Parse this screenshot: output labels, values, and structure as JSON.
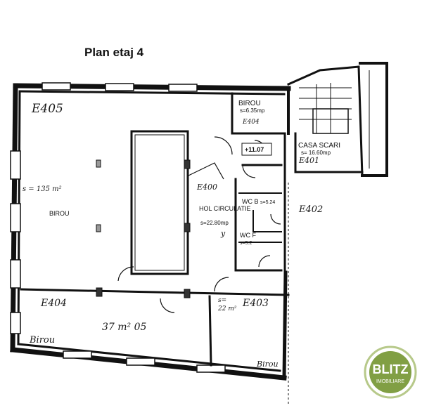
{
  "title": "Plan etaj 4",
  "rooms": [
    {
      "name": "BIROU",
      "area": "s=6.35mp"
    },
    {
      "name": "CASA SCARI",
      "area": "s= 16.60mp"
    },
    {
      "name": "HOL CIRCULATIE",
      "area": "s=22.80mp"
    },
    {
      "name": "WC B",
      "area": "s=5.24"
    },
    {
      "name": "WC F",
      "area": "s=5.2"
    },
    {
      "name": "BIROU",
      "area": ""
    }
  ],
  "level_mark": "+11.07",
  "handwritten": {
    "e405": "E405",
    "birou_area_top": "s = 135 m²",
    "e404_small": "E404",
    "e401": "E401",
    "e400": "E400",
    "e402": "E402",
    "e404": "E404",
    "e403": "E403",
    "area_37": "37 m² 05",
    "area_22": "22 m²",
    "s_label": "s=",
    "y_mark": "y",
    "birou_left": "Birou",
    "birou_right": "Birou"
  },
  "logo": {
    "text": "BLITZ",
    "subtext": "IMOBILIARE",
    "color": "#6b8e23"
  }
}
